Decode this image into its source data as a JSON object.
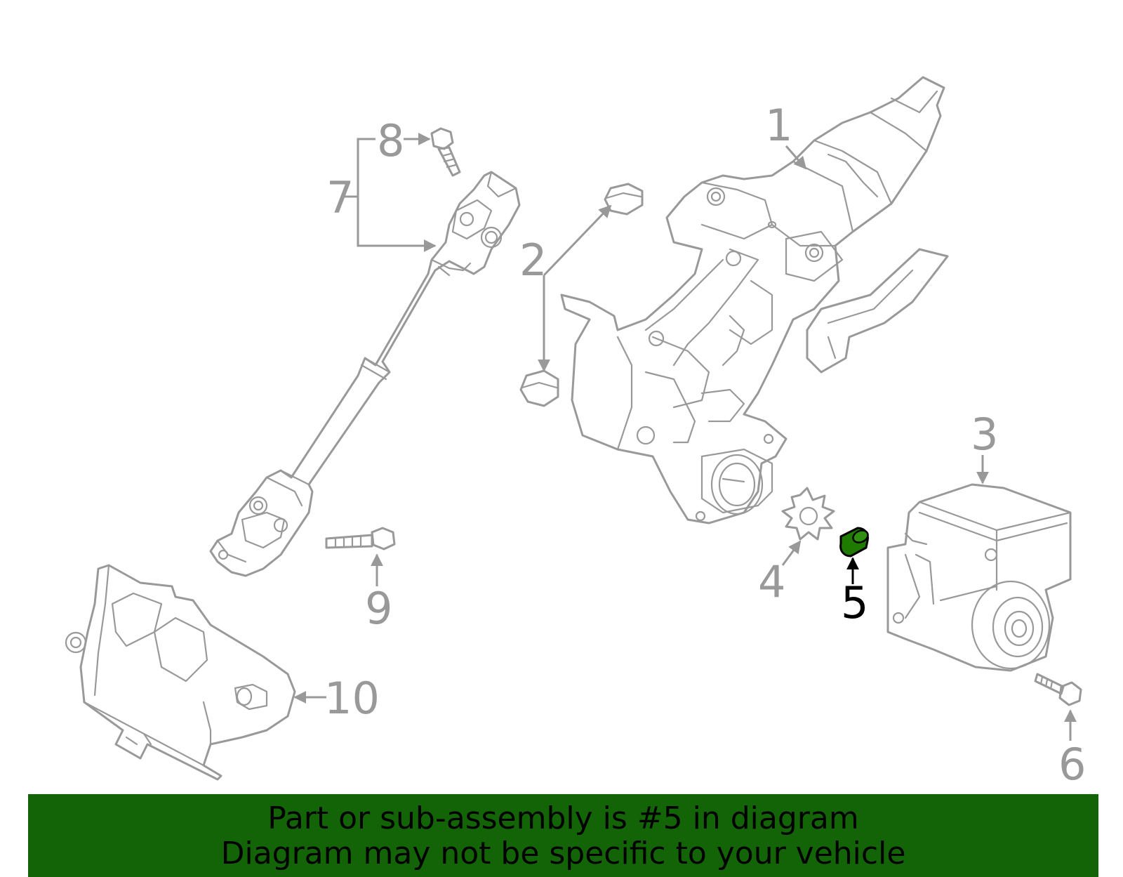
{
  "callouts": {
    "c1": "1",
    "c2": "2",
    "c3": "3",
    "c4": "4",
    "c5": "5",
    "c6": "6",
    "c7": "7",
    "c8": "8",
    "c9": "9",
    "c10": "10"
  },
  "highlighted_part": "5",
  "colors": {
    "line": "#999999",
    "highlight_fill": "#1f7a00",
    "banner_bg": "#136307",
    "text": "#000000"
  },
  "banner": {
    "line1": "Part or sub-assembly is #5 in diagram",
    "line2": "Diagram may not be specific to your vehicle"
  }
}
